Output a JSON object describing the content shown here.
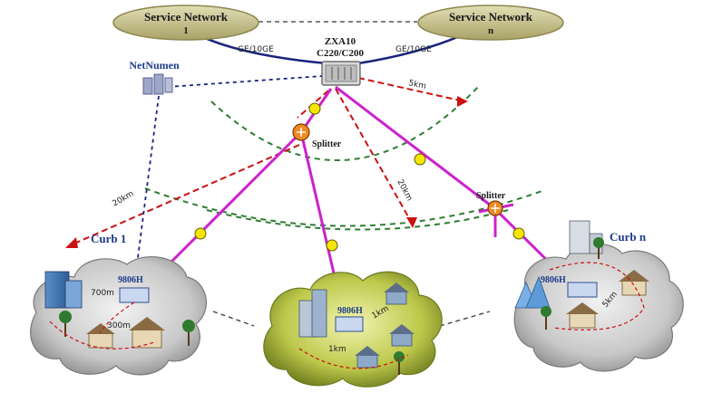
{
  "nodes": {
    "service_network_1": {
      "title": "Service Network",
      "sub": "1"
    },
    "service_network_n": {
      "title": "Service Network",
      "sub": "n"
    },
    "olt": {
      "line1": "ZXA10",
      "line2": "C220/C200"
    },
    "netnumen": "NetNumen",
    "splitter_center": "Splitter",
    "splitter_right": "Splitter",
    "curb_1": "Curb 1",
    "curb_n": "Curb n"
  },
  "link_labels": {
    "left_uplink": "GE/10GE",
    "right_uplink": "GE/10GE",
    "left_distance": "20km",
    "center_distance": "20km",
    "right_distance": "5km"
  },
  "device_labels": {
    "left_onu": "9806H",
    "center_onu": "9806H",
    "right_onu": "9806H",
    "left_building_dist": "700m",
    "left_house_dist": "300m",
    "center_house_dist_a": "1km",
    "center_house_dist_b": "1km",
    "right_house_dist": "5km"
  },
  "colors": {
    "service_network_fill": "#c6c08a",
    "pon_link": "#cc22cc",
    "range_arc": "#2e7d32",
    "distance_link": "#cc1111",
    "management_link": "#1a237e",
    "cloud_grey": "#cfcfcf",
    "cloud_green": "#bcc84a"
  }
}
